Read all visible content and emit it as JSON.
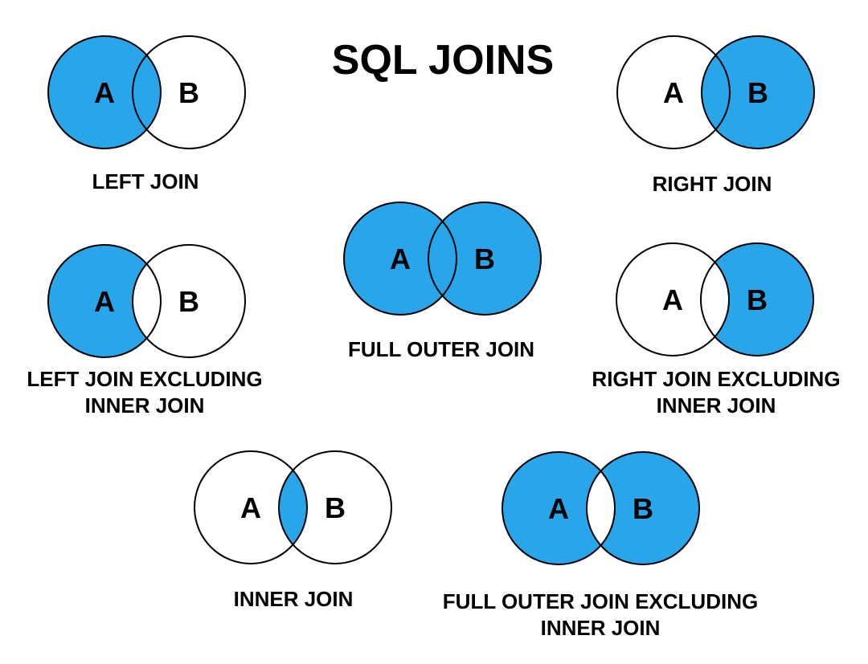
{
  "title": "SQL JOINS",
  "colors": {
    "highlight_blue": "#29A5EA",
    "empty_white": "#FFFFFF",
    "outline_black": "#000000",
    "text_black": "#000000"
  },
  "circle_labels": {
    "a": "A",
    "b": "B"
  },
  "diagrams": [
    {
      "id": "left-join",
      "label": [
        "LEFT JOIN"
      ],
      "fill_a": "#29A5EA",
      "fill_b": "#FFFFFF",
      "fill_intersection": "#29A5EA"
    },
    {
      "id": "right-join",
      "label": [
        "RIGHT JOIN"
      ],
      "fill_a": "#FFFFFF",
      "fill_b": "#29A5EA",
      "fill_intersection": "#29A5EA"
    },
    {
      "id": "left-join-excluding-inner-join",
      "label": [
        "LEFT JOIN EXCLUDING",
        "INNER JOIN"
      ],
      "fill_a": "#29A5EA",
      "fill_b": "#FFFFFF",
      "fill_intersection": "#FFFFFF"
    },
    {
      "id": "full-outer-join",
      "label": [
        "FULL OUTER JOIN"
      ],
      "fill_a": "#29A5EA",
      "fill_b": "#29A5EA",
      "fill_intersection": "#29A5EA"
    },
    {
      "id": "right-join-excluding-inner-join",
      "label": [
        "RIGHT JOIN EXCLUDING",
        "INNER JOIN"
      ],
      "fill_a": "#FFFFFF",
      "fill_b": "#29A5EA",
      "fill_intersection": "#FFFFFF"
    },
    {
      "id": "inner-join",
      "label": [
        "INNER JOIN"
      ],
      "fill_a": "#FFFFFF",
      "fill_b": "#FFFFFF",
      "fill_intersection": "#29A5EA"
    },
    {
      "id": "full-outer-join-excluding-inner-join",
      "label": [
        "FULL OUTER JOIN EXCLUDING",
        "INNER JOIN"
      ],
      "fill_a": "#29A5EA",
      "fill_b": "#29A5EA",
      "fill_intersection": "#FFFFFF"
    }
  ]
}
